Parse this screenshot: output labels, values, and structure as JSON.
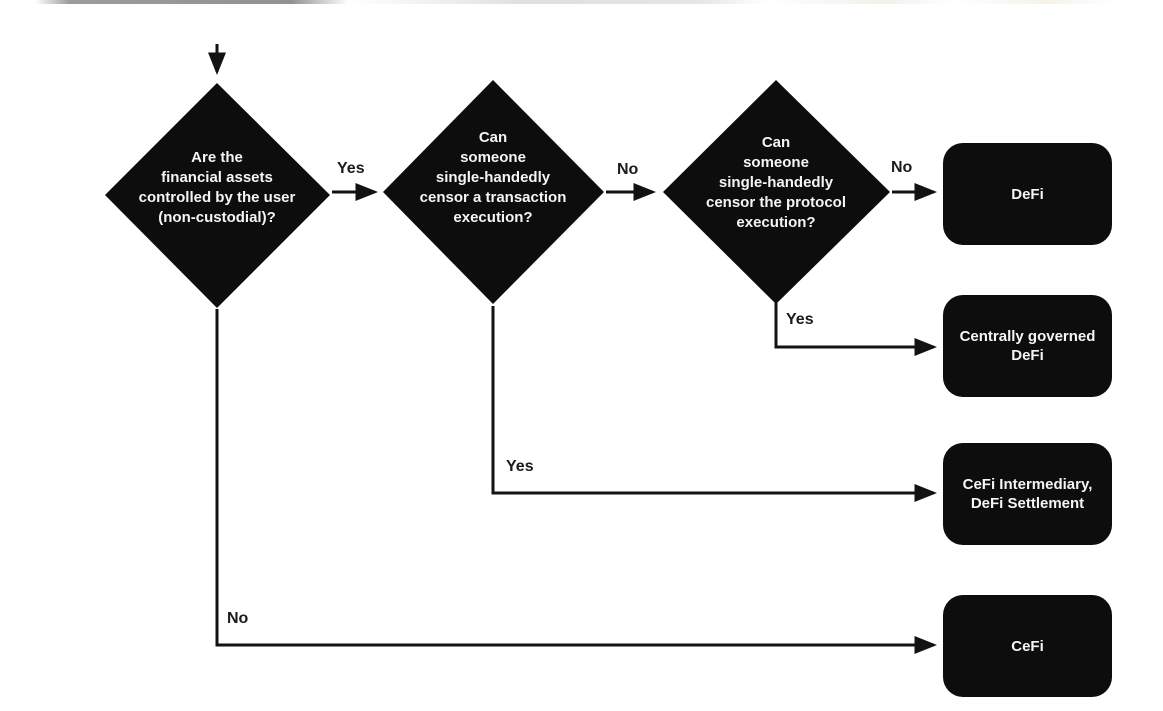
{
  "flowchart": {
    "colors": {
      "background": "#ffffff",
      "node_fill": "#0d0d0d",
      "node_text": "#f5f5f5",
      "line": "#121212"
    },
    "decisions": [
      {
        "id": "are-assets-non-custodial",
        "text": "Are the financial assets controlled by the user (non-custodial)?",
        "lines": [
          "Are the",
          "financial assets",
          "controlled by the user",
          "(non-custodial)?"
        ]
      },
      {
        "id": "can-censor-transaction",
        "text": "Can someone single-handedly censor a transaction execution?",
        "lines": [
          "Can",
          "someone",
          "single-handedly",
          "censor a transaction",
          "execution?"
        ]
      },
      {
        "id": "can-censor-protocol",
        "text": "Can someone single-handedly censor the protocol execution?",
        "lines": [
          "Can",
          "someone",
          "single-handedly",
          "censor the protocol",
          "execution?"
        ]
      }
    ],
    "terminals": [
      {
        "id": "defi",
        "label": "DeFi",
        "lines": [
          "DeFi"
        ]
      },
      {
        "id": "centrally-governed-defi",
        "label": "Centrally governed DeFi",
        "lines": [
          "Centrally governed",
          "DeFi"
        ]
      },
      {
        "id": "cefi-intermediary-defi-settlement",
        "label": "CeFi Intermediary, DeFi Settlement",
        "lines": [
          "CeFi Intermediary,",
          "DeFi Settlement"
        ]
      },
      {
        "id": "cefi",
        "label": "CeFi",
        "lines": [
          "CeFi"
        ]
      }
    ],
    "edges": [
      {
        "from": "start",
        "to": "are-assets-non-custodial",
        "label": ""
      },
      {
        "from": "are-assets-non-custodial",
        "to": "can-censor-transaction",
        "label": "Yes"
      },
      {
        "from": "can-censor-transaction",
        "to": "can-censor-protocol",
        "label": "No"
      },
      {
        "from": "can-censor-protocol",
        "to": "defi",
        "label": "No"
      },
      {
        "from": "can-censor-protocol",
        "to": "centrally-governed-defi",
        "label": "Yes"
      },
      {
        "from": "can-censor-transaction",
        "to": "cefi-intermediary-defi-settlement",
        "label": "Yes"
      },
      {
        "from": "are-assets-non-custodial",
        "to": "cefi",
        "label": "No"
      }
    ]
  }
}
